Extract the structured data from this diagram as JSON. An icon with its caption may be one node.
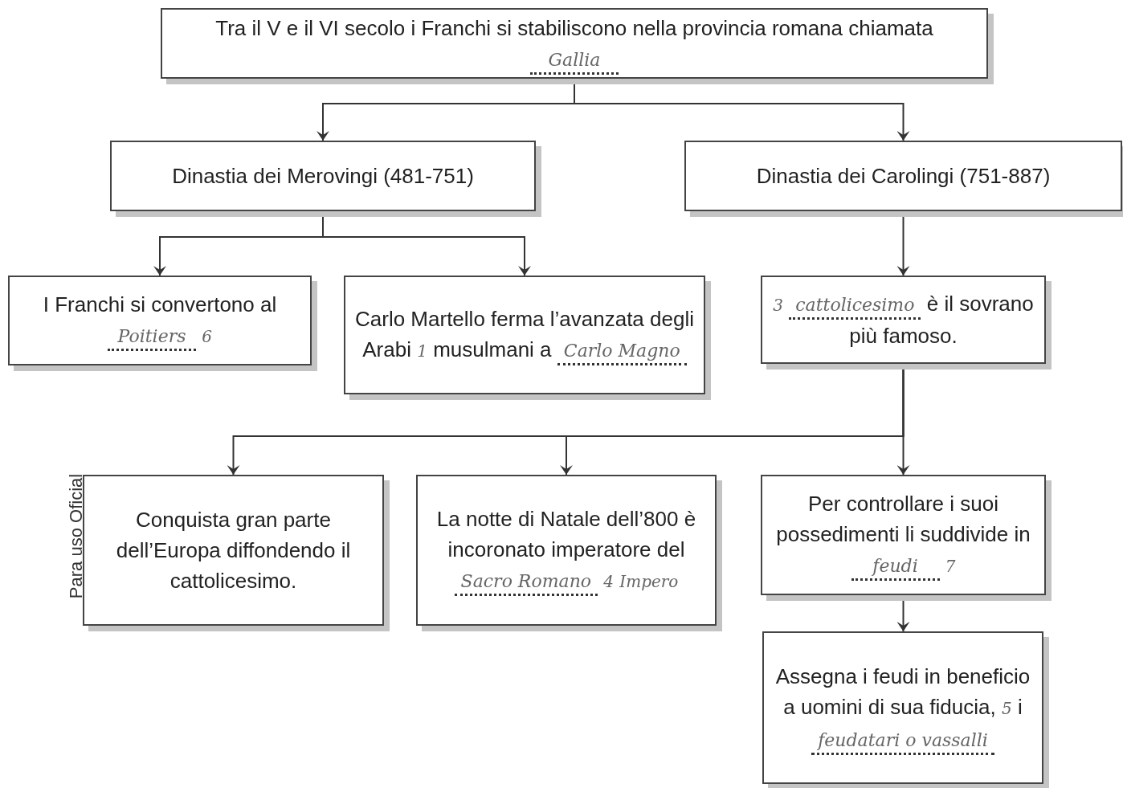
{
  "diagram": {
    "nodes": [
      {
        "text": [
          "Tra il V e il VI secolo i Franchi si stabiliscono nella provincia romana chiamata",
          "Gallia"
        ]
      },
      {
        "text": [
          "Dinastia dei Merovingi (481-751)"
        ]
      },
      {
        "text": [
          "Dinastia dei Carolingi (751-887)"
        ]
      },
      {
        "text": [
          "I Franchi si convertono al",
          "Poitiers",
          "6"
        ]
      },
      {
        "text": [
          "Carlo Martello ferma l’avanzata degli Arabi",
          "1",
          "musulmani a",
          "Carlo Magno"
        ]
      },
      {
        "text": [
          "3",
          "cattolicesimo",
          "è il sovrano più famoso."
        ]
      },
      {
        "text": [
          "Conquista gran parte dell’Europa diffondendo il cattolicesimo."
        ]
      },
      {
        "text": [
          "La notte di Natale dell’800 è incoronato imperatore del",
          "Sacro Romano",
          "4",
          "Impero"
        ]
      },
      {
        "text": [
          "Per controllare i suoi possedimenti li suddivide in",
          "feudi",
          "7"
        ]
      },
      {
        "text": [
          "Assegna i feudi in beneficio a uomini di sua fiducia,",
          "5",
          "i",
          "feudatari o vassalli"
        ]
      }
    ],
    "edges": [
      {
        "from": 0,
        "to": 1,
        "arrow": "to"
      },
      {
        "from": 0,
        "to": 2,
        "arrow": "to"
      },
      {
        "from": 1,
        "to": 3,
        "arrow": "to"
      },
      {
        "from": 1,
        "to": 4,
        "arrow": "to"
      },
      {
        "from": 2,
        "to": 5,
        "arrow": "to"
      },
      {
        "from": 5,
        "to": 6,
        "arrow": "to"
      },
      {
        "from": 5,
        "to": 7,
        "arrow": "to"
      },
      {
        "from": 5,
        "to": 8,
        "arrow": "to"
      },
      {
        "from": 8,
        "to": 9,
        "arrow": "to"
      }
    ],
    "labels": [
      "Para uso Oficial"
    ]
  }
}
